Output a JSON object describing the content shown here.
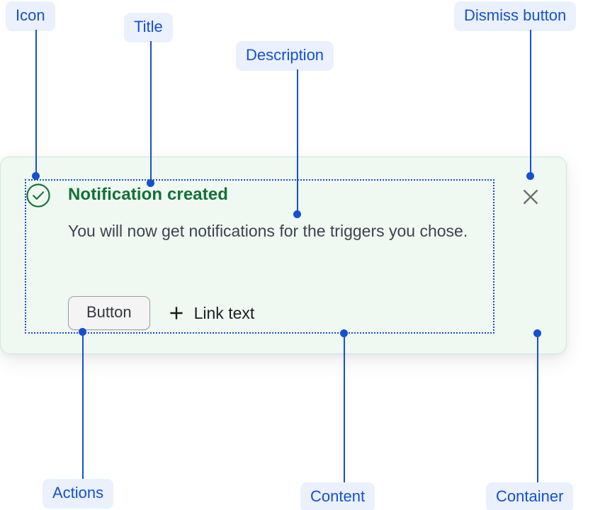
{
  "annotations": {
    "icon": "Icon",
    "title": "Title",
    "description": "Description",
    "dismiss_button": "Dismiss button",
    "actions": "Actions",
    "content": "Content",
    "container": "Container"
  },
  "alert": {
    "status_icon": "check-circle-icon",
    "title": "Notification created",
    "description": "You will now get notifications for the triggers you chose.",
    "button_label": "Button",
    "link_icon": "plus-icon",
    "link_label": "Link text",
    "dismiss_icon": "close-icon"
  },
  "colors": {
    "annotation_blue": "#1450d4",
    "annotation_chip_bg": "#eaf1fd",
    "success_green": "#117236",
    "container_bg": "#f0f8f2",
    "container_border": "#cfe8d8",
    "description_text": "#3d444d",
    "dismiss_gray": "#6b7075",
    "button_bg": "#f4f4f5",
    "button_border": "#9aa0a6"
  }
}
